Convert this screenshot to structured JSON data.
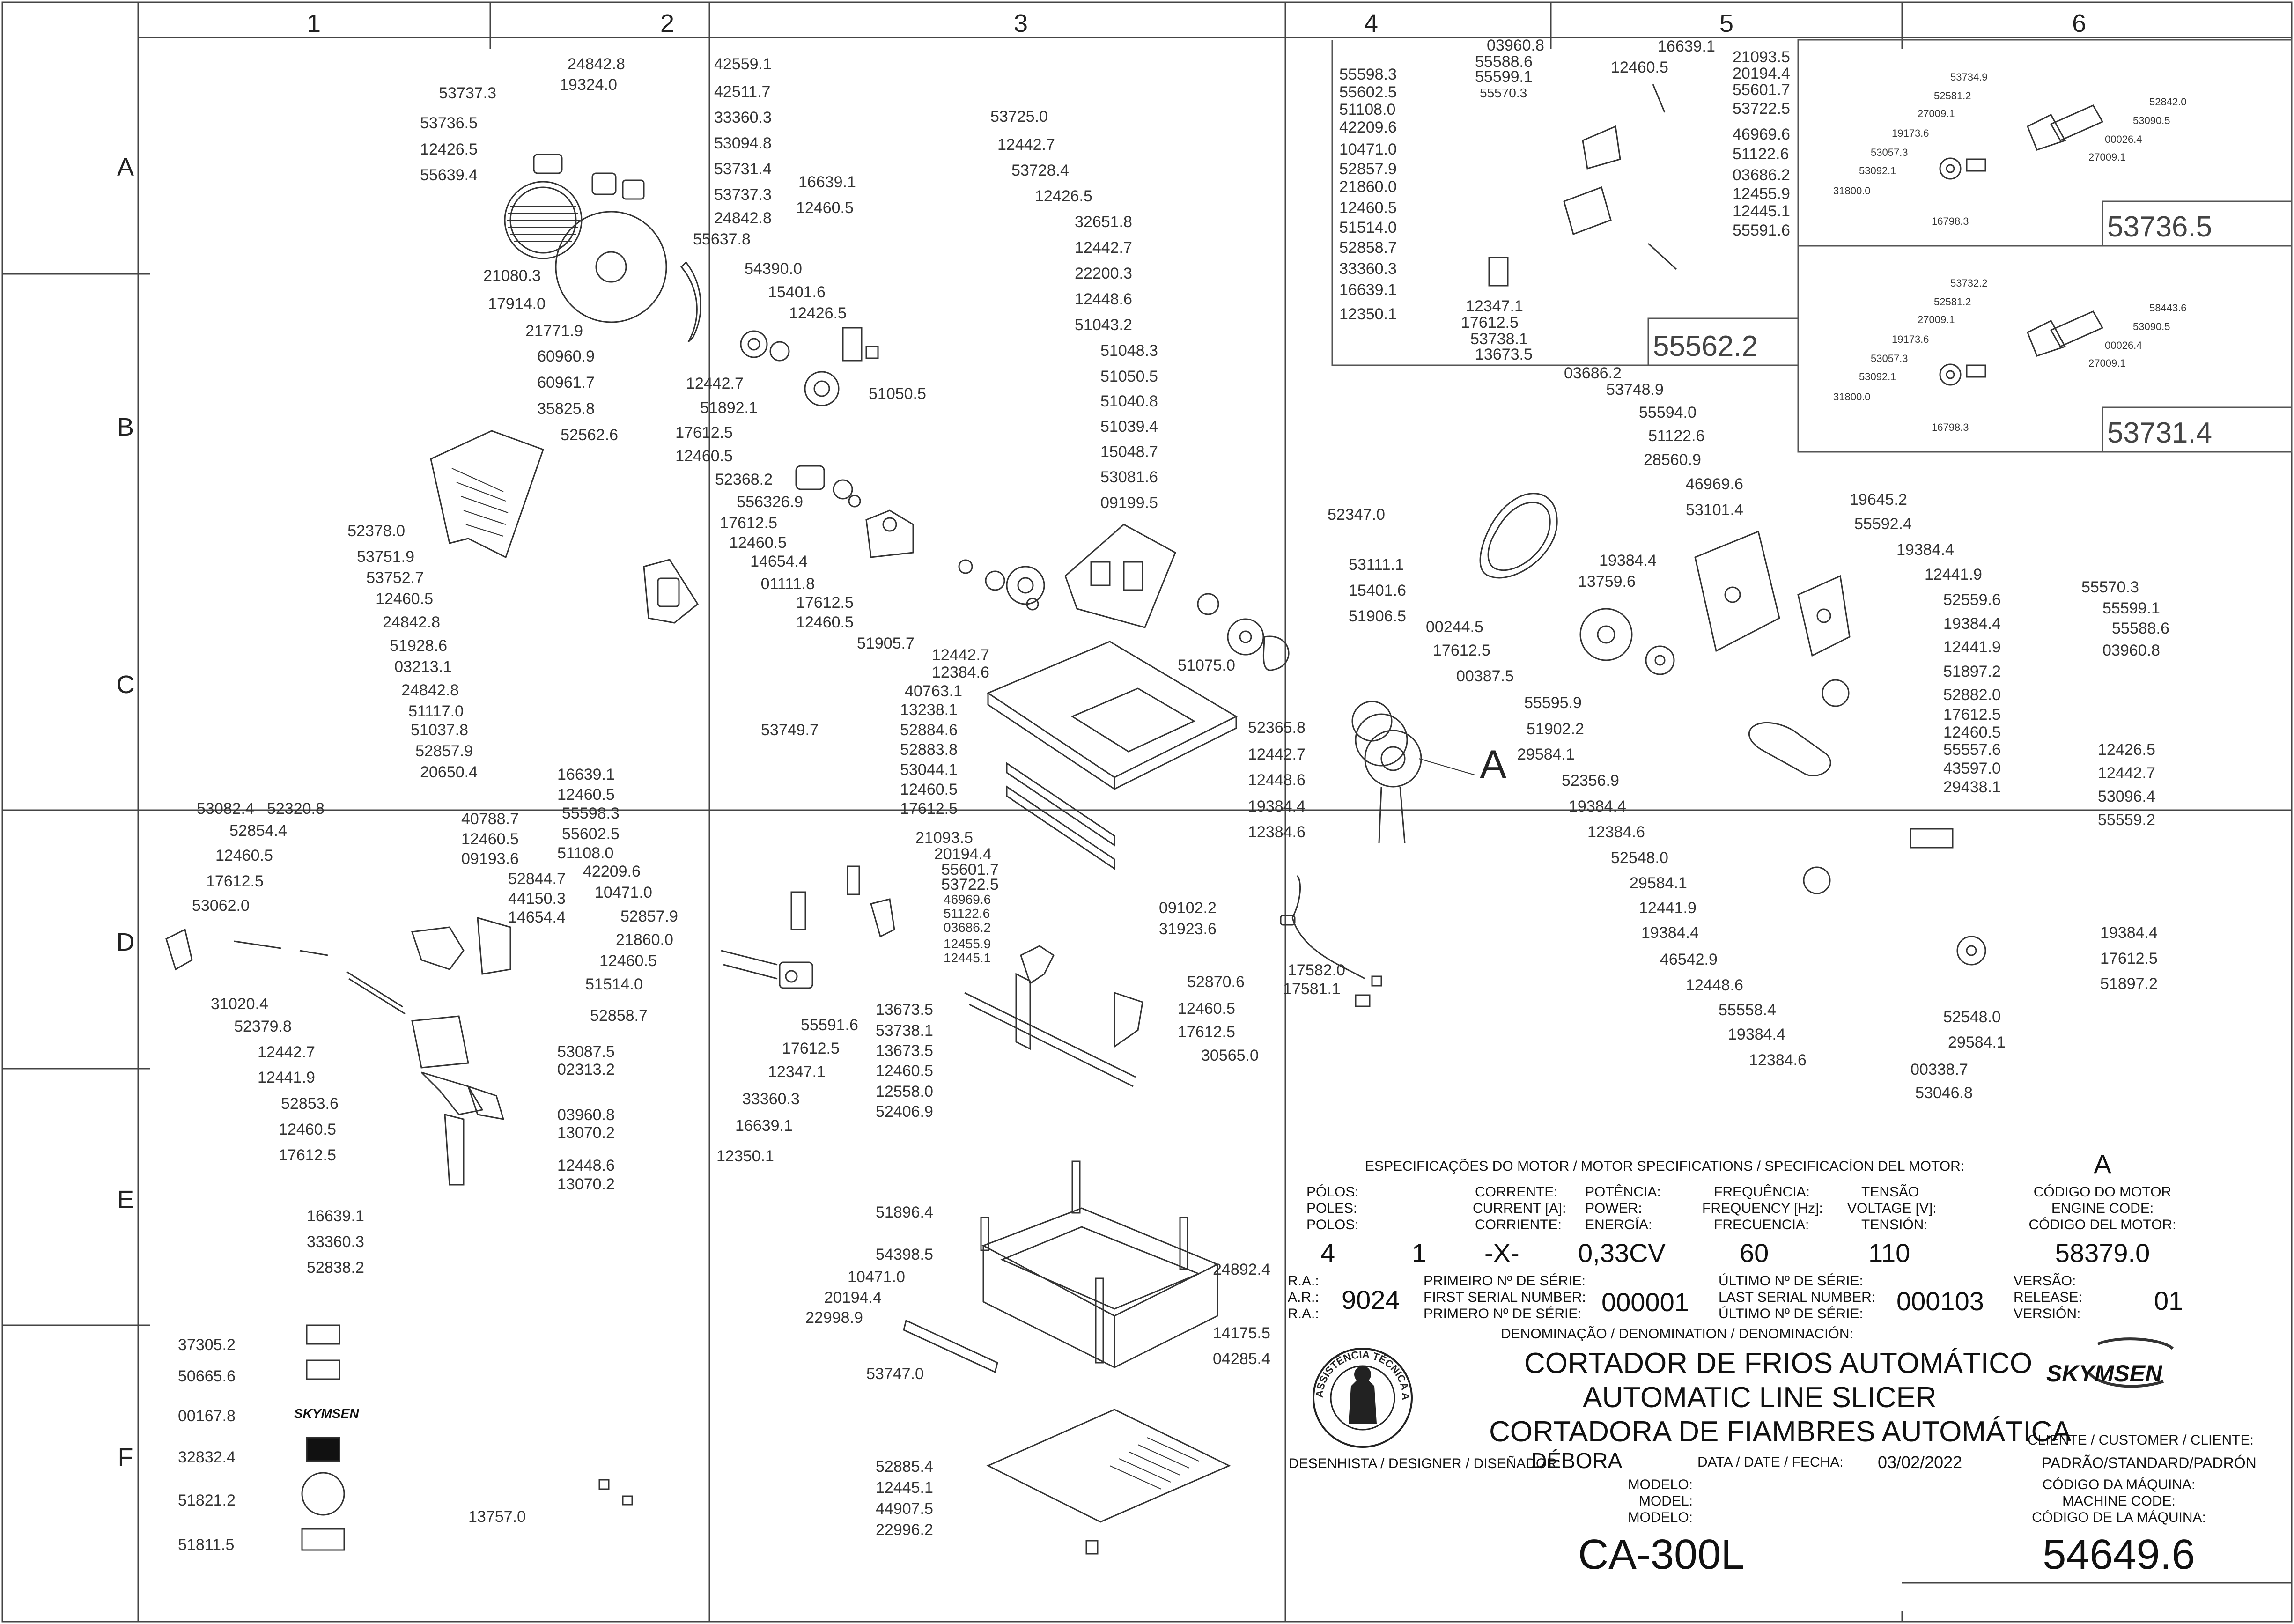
{
  "columns": [
    "1",
    "2",
    "3",
    "4",
    "5",
    "6"
  ],
  "rows": [
    "A",
    "B",
    "C",
    "D",
    "E",
    "F"
  ],
  "part_labels": {
    "g1": [
      "53737.3",
      "24842.8",
      "19324.0",
      "42559.1",
      "42511.7",
      "33360.3",
      "53094.8",
      "53731.4",
      "53737.3",
      "24842.8",
      "53736.5",
      "12426.5",
      "55639.4",
      "21080.3",
      "17914.0",
      "55637.8",
      "21771.9",
      "60960.9",
      "60961.7",
      "35825.8",
      "52562.6"
    ],
    "g2": [
      "53725.0",
      "12442.7",
      "53728.4",
      "12426.5",
      "32651.8",
      "12442.7",
      "22200.3",
      "12448.6",
      "16639.1",
      "12460.5",
      "54390.0",
      "15401.6",
      "12426.5",
      "12442.7",
      "51892.1",
      "51050.5"
    ],
    "g3": [
      "51043.2",
      "51048.3",
      "51050.5",
      "51040.8",
      "51039.4",
      "15048.7",
      "53081.6",
      "09199.5",
      "17612.5",
      "12460.5",
      "52368.2",
      "556326.9",
      "17612.5",
      "12460.5",
      "14654.4",
      "01111.8",
      "17612.5",
      "12460.5"
    ],
    "g4": [
      "52378.0",
      "53751.9",
      "53752.7",
      "12460.5",
      "24842.8",
      "51928.6",
      "03213.1",
      "24842.8",
      "51117.0",
      "51037.8",
      "52857.9",
      "20650.4",
      "53749.7",
      "51905.7",
      "12442.7",
      "12384.6"
    ],
    "g5": [
      "52347.0",
      "53111.1",
      "15401.6",
      "51906.5",
      "51075.0"
    ],
    "g6": [
      "40763.1",
      "13238.1",
      "52884.6",
      "52883.8",
      "53044.1",
      "12460.5",
      "17612.5",
      "52365.8",
      "12442.7",
      "12448.6",
      "19384.4",
      "12384.6"
    ],
    "g7": [
      "03960.8",
      "55588.6",
      "55599.1",
      "55570.3",
      "16639.1",
      "12460.5",
      "21093.5",
      "20194.4",
      "55601.7",
      "53722.5",
      "55598.3",
      "55602.5",
      "51108.0",
      "42209.6",
      "10471.0",
      "52857.9",
      "21860.0",
      "12460.5",
      "51514.0",
      "52858.7",
      "33360.3",
      "16639.1",
      "12350.1",
      "46969.6",
      "51122.6",
      "03686.2",
      "12455.9",
      "12445.1",
      "55591.6",
      "12347.1",
      "17612.5",
      "53738.1",
      "13673.5"
    ],
    "g8": [
      "53734.9",
      "52581.2",
      "27009.1",
      "19173.6",
      "53057.3",
      "53092.1",
      "31800.0",
      "16798.3",
      "52842.0",
      "53090.5",
      "00026.4",
      "27009.1"
    ],
    "g9": [
      "53732.2",
      "52581.2",
      "27009.1",
      "19173.6",
      "53057.3",
      "53092.1",
      "31800.0",
      "16798.3",
      "58443.6",
      "53090.5",
      "00026.4",
      "27009.1"
    ],
    "g10": [
      "03686.2",
      "53748.9",
      "55594.0",
      "51122.6",
      "28560.9",
      "46969.6",
      "53101.4",
      "19645.2",
      "55592.4",
      "19384.4",
      "12441.9",
      "52559.6",
      "19384.4",
      "12441.9",
      "51897.2",
      "52882.0",
      "17612.5",
      "12460.5",
      "55557.6",
      "43597.0",
      "29438.1",
      "00244.5",
      "17612.5",
      "00387.5",
      "19384.4",
      "13759.6",
      "55595.9",
      "51902.2",
      "29584.1",
      "52356.9",
      "19384.4",
      "12384.6",
      "52548.0",
      "29584.1",
      "12441.9",
      "19384.4",
      "46542.9",
      "12448.6",
      "55558.4",
      "19384.4",
      "12384.6",
      "00338.7",
      "53046.8",
      "52548.0",
      "29584.1",
      "19384.4",
      "17612.5",
      "51897.2"
    ],
    "g11": [
      "55570.3",
      "55599.1",
      "55588.6",
      "03960.8",
      "12426.5",
      "12442.7",
      "53096.4",
      "55559.2"
    ],
    "g12": [
      "53082.4",
      "52320.8",
      "52854.4",
      "12460.5",
      "17612.5",
      "53062.0",
      "31020.4",
      "40788.7",
      "12460.5",
      "09193.6",
      "52844.7",
      "44150.3",
      "14654.4",
      "16639.1",
      "12460.5",
      "55598.3",
      "55602.5",
      "51108.0",
      "42209.6",
      "10471.0",
      "52857.9",
      "21860.0",
      "12460.5",
      "51514.0",
      "52858.7",
      "12347.1",
      "33360.3",
      "16639.1",
      "12350.1",
      "21093.5",
      "20194.4",
      "55601.7",
      "53722.5",
      "46969.6",
      "51122.6",
      "03686.2",
      "12455.9",
      "12445.1",
      "55591.6",
      "17612.5"
    ],
    "g13": [
      "52379.8",
      "12442.7",
      "12441.9",
      "52853.6",
      "12460.5",
      "17612.5",
      "53087.5",
      "02313.2",
      "03960.8",
      "13070.2",
      "12448.6",
      "13070.2",
      "16639.1",
      "33360.3",
      "52838.2"
    ],
    "g14": [
      "13673.5",
      "53738.1",
      "13673.5",
      "12460.5",
      "12558.0",
      "52406.9",
      "09102.2",
      "31923.6",
      "17582.0",
      "17581.1",
      "52870.6",
      "12460.5",
      "17612.5",
      "30565.0"
    ],
    "g15": [
      "51896.4",
      "54398.5",
      "10471.0",
      "20194.4",
      "22998.9",
      "53747.0",
      "24892.4",
      "14175.5",
      "04285.4"
    ],
    "g16": [
      "52885.4",
      "12445.1",
      "44907.5",
      "22996.2"
    ],
    "g17": [
      "37305.2",
      "50665.6",
      "00167.8",
      "32832.4",
      "51821.2",
      "51811.5",
      "13757.0"
    ]
  },
  "detail_titles": {
    "motor_detail": "A",
    "inset_top": "55562.2",
    "inset_mid": "53736.5",
    "inset_low": "53731.4"
  },
  "motor_specs": {
    "heading": "ESPECIFICAÇÕES DO MOTOR / MOTOR SPECIFICATIONS / SPECIFICACÍON DEL MOTOR:",
    "ref": "A",
    "poles_l1": "PÓLOS:",
    "poles_l2": "POLES:",
    "poles_l3": "POLOS:",
    "poles": "4",
    "current_l1": "CORRENTE:",
    "current_l2": "CURRENT [A]:",
    "current_l3": "CORRIENTE:",
    "current": "1",
    "power_l1": "POTÊNCIA:",
    "power_l2": "POWER:",
    "power_l3": "ENERGÍA:",
    "power": "0,33CV",
    "dash": "-X-",
    "freq_l1": "FREQUÊNCIA:",
    "freq_l2": "FREQUENCY [Hz]:",
    "freq_l3": "FRECUENCIA:",
    "freq": "60",
    "volt_l1": "TENSÃO",
    "volt_l2": "VOLTAGE [V]:",
    "volt_l3": "TENSIÓN:",
    "volt": "110",
    "code_l1": "CÓDIGO DO MOTOR",
    "code_l2": "ENGINE CODE:",
    "code_l3": "CÓDIGO DEL MOTOR:",
    "code": "58379.0"
  },
  "serial": {
    "ra1": "R.A.:",
    "ra2": "A.R.:",
    "ra3": "R.A.:",
    "ra": "9024",
    "first_l1": "PRIMEIRO Nº DE SÉRIE:",
    "first_l2": "FIRST SERIAL NUMBER:",
    "first_l3": "PRIMERO Nº DE SÉRIE:",
    "first": "000001",
    "last_l1": "ÚLTIMO Nº DE SÉRIE:",
    "last_l2": "LAST SERIAL NUMBER:",
    "last_l3": "ÚLTIMO Nº DE SÉRIE:",
    "last": "000103",
    "rel_l1": "VERSÃO:",
    "rel_l2": "RELEASE:",
    "rel_l3": "VERSIÓN:",
    "release": "01",
    "denom": "DENOMINAÇÃO / DENOMINATION / DENOMINACIÓN:"
  },
  "titles": [
    "CORTADOR DE FRIOS AUTOMÁTICO",
    "AUTOMATIC LINE SLICER",
    "CORTADORA DE FIAMBRES AUTOMÁTICA"
  ],
  "brand": "SKYMSEN",
  "seal_text": "ASSISTÊNCIA TÉCNICA AUTORIZADA",
  "designer_label": "DESENHISTA / DESIGNER / DISEÑADOR:",
  "designer": "DÉBORA",
  "date_label": "DATA / DATE / FECHA:",
  "date": "03/02/2022",
  "client_label": "CLIENTE / CUSTOMER / CLIENTE:",
  "client": "PADRÃO/STANDARD/PADRÓN",
  "model_l1": "MODELO:",
  "model_l2": "MODEL:",
  "model_l3": "MODELO:",
  "model": "CA-300L",
  "mcode_l1": "CÓDIGO DA MÁQUINA:",
  "mcode_l2": "MACHINE CODE:",
  "mcode_l3": "CÓDIGO DE LA MÁQUINA:",
  "machine_code": "54649.6"
}
